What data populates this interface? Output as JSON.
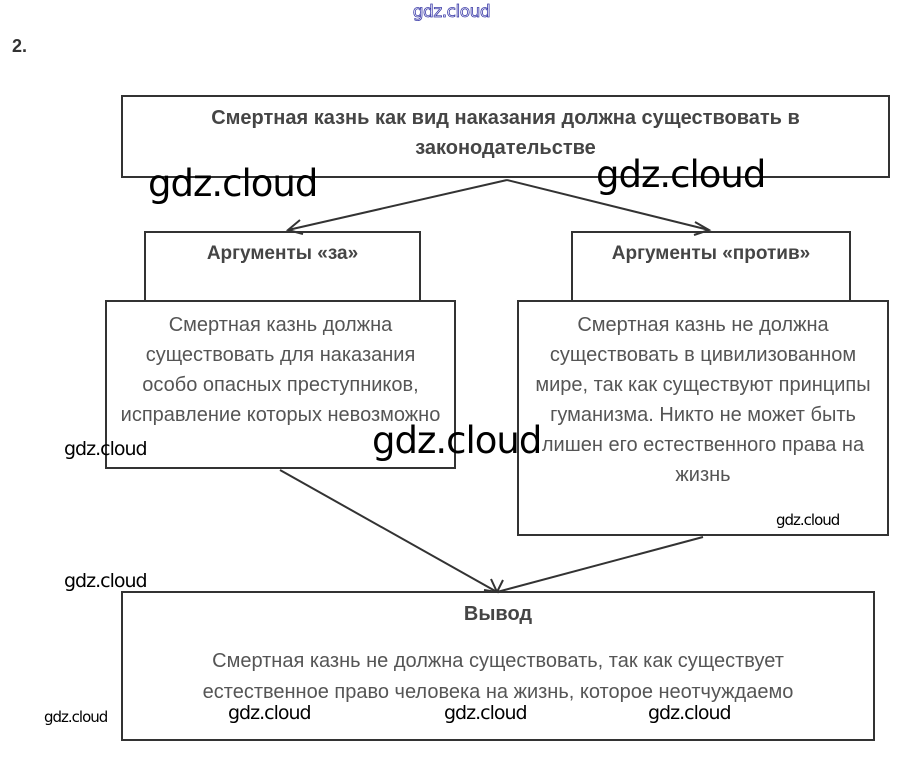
{
  "watermark": "gdz.cloud",
  "task_number": "2.",
  "diagram": {
    "thesis": "Смертная казнь как вид наказания должна существовать в законодательстве",
    "for": {
      "header": "Аргументы «за»",
      "text": "Смертная казнь должна существовать для наказания особо опасных преступников, исправление которых невозможно"
    },
    "against": {
      "header": "Аргументы «против»",
      "text": "Смертная казнь не должна существовать в цивилизованном мире, так как существуют принципы гуманизма. Никто не может быть лишен его естественного права на жизнь"
    },
    "conclusion": {
      "header": "Вывод",
      "text": "Смертная казнь не должна существовать, так как существует естественное право человека на жизнь, которое неотчуждаемо"
    }
  }
}
